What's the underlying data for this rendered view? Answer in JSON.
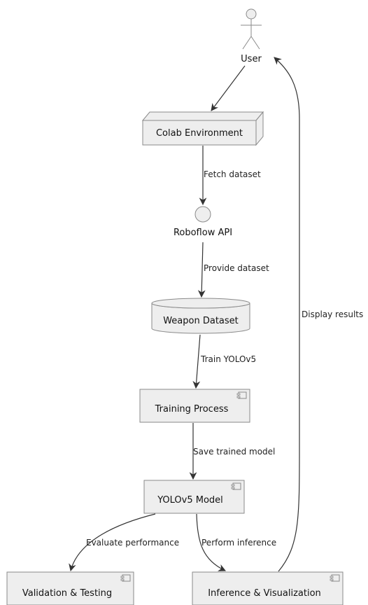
{
  "nodes": {
    "user": "User",
    "colab": "Colab Environment",
    "roboflow": "Roboflow API",
    "dataset": "Weapon Dataset",
    "training": "Training Process",
    "model": "YOLOv5 Model",
    "validation": "Validation & Testing",
    "inference": "Inference & Visualization"
  },
  "edges": {
    "fetch": "Fetch dataset",
    "provide": "Provide dataset",
    "train": "Train YOLOv5",
    "save": "Save trained model",
    "evaluate": "Evaluate performance",
    "perform": "Perform inference",
    "display": "Display results"
  },
  "colors": {
    "node_fill": "#eeeeee",
    "node_stroke": "#8a8a8a",
    "edge": "#333333"
  }
}
